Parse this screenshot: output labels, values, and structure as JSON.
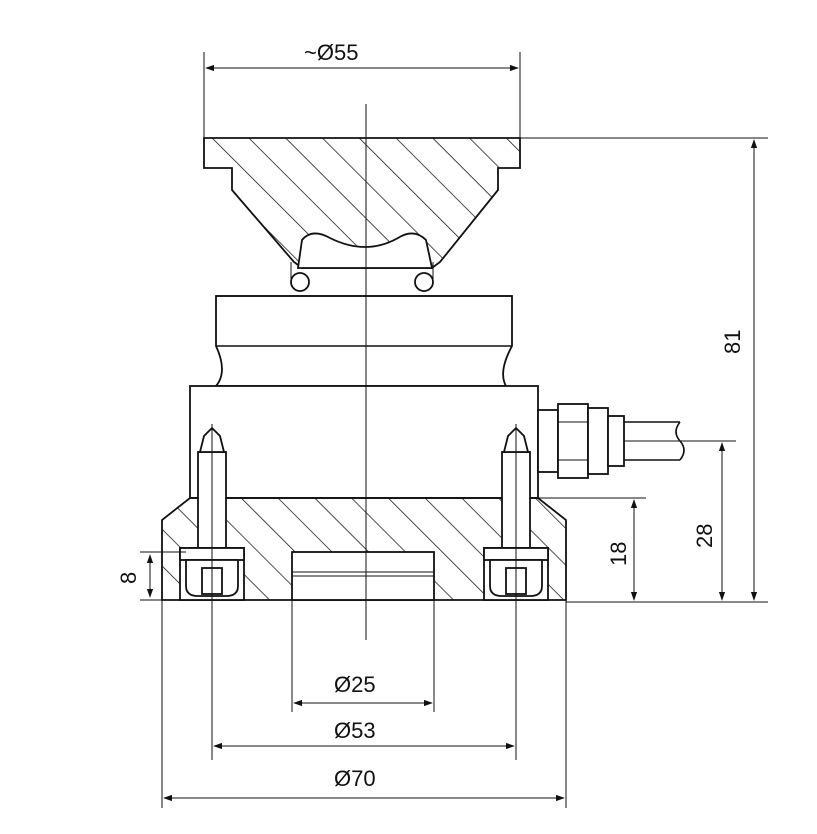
{
  "drawing": {
    "type": "load-cell mounting technical drawing",
    "line_color": "#111111",
    "background_color": "#ffffff"
  },
  "dimensions": {
    "top_diameter": "~Ø55",
    "total_height": "81",
    "cable_height": "28",
    "base_height": "18",
    "counterbore_depth": "8",
    "center_bore": "Ø25",
    "bolt_circle": "Ø53",
    "base_diameter": "Ø70"
  }
}
